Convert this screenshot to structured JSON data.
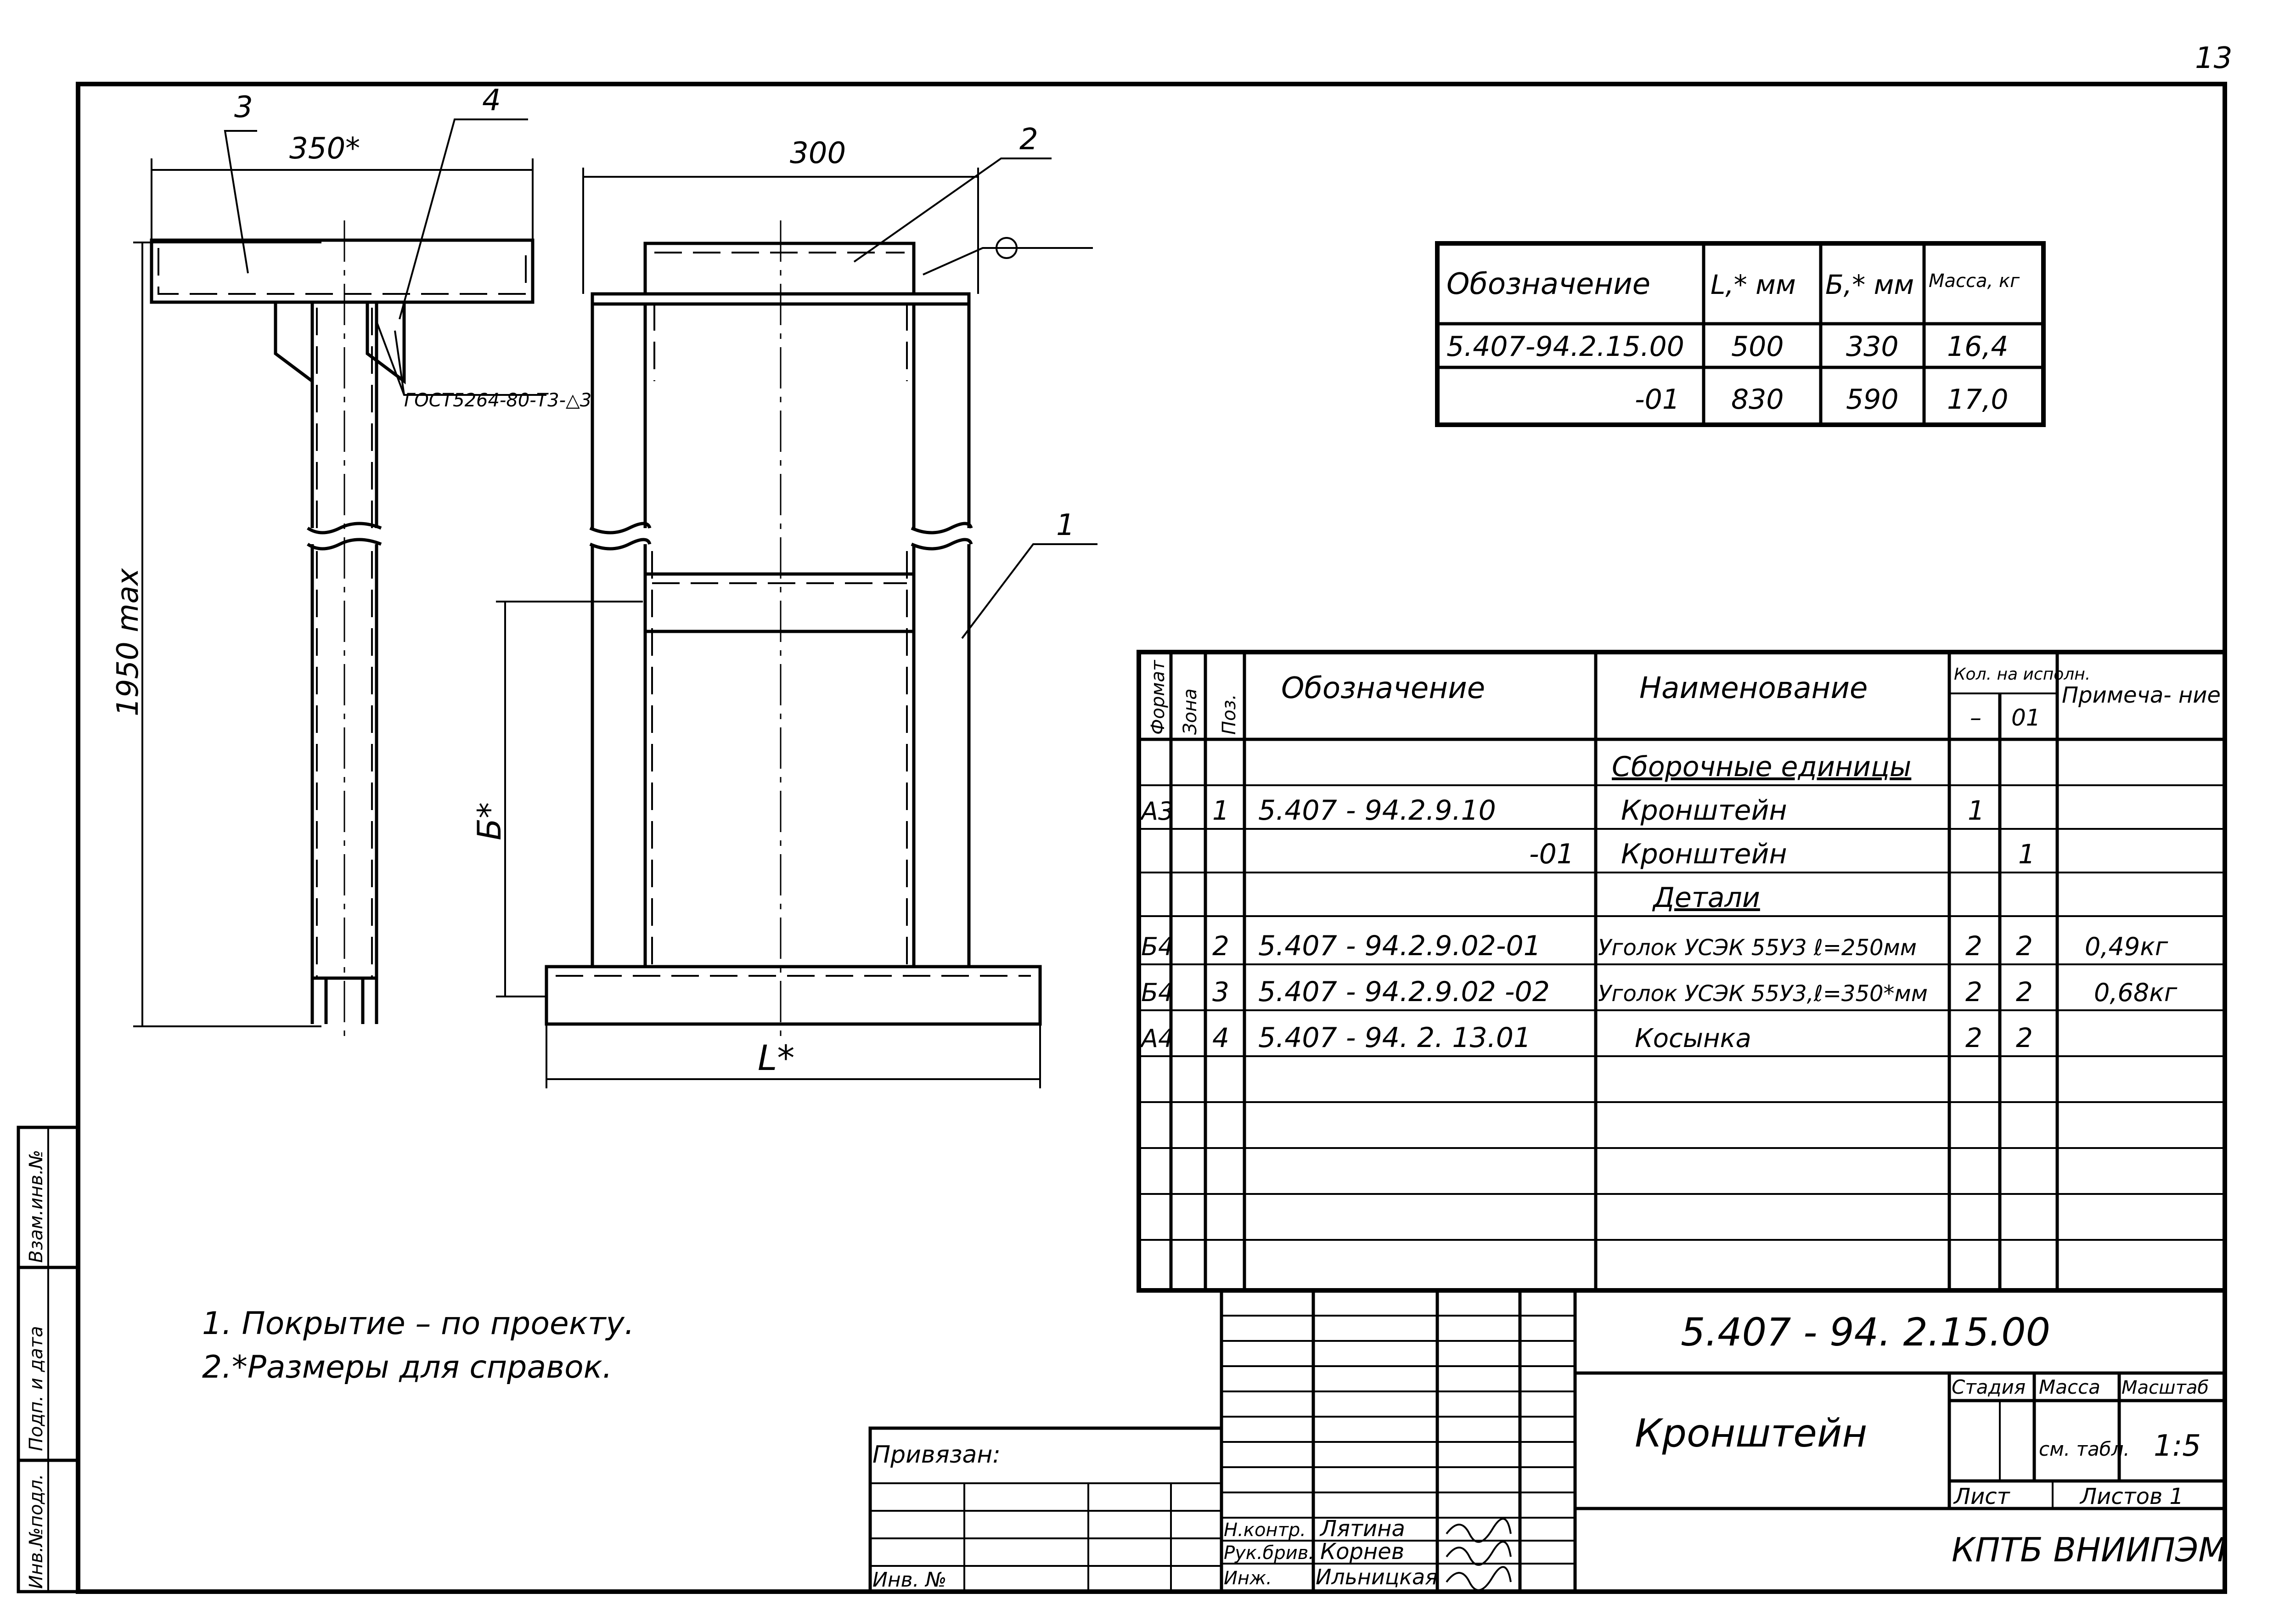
{
  "page_number": "13",
  "drawing": {
    "labels": {
      "pos3": "3",
      "pos4": "4",
      "pos2": "2",
      "pos1": "1",
      "dim_350": "350*",
      "dim_300": "300",
      "dim_1950": "1950 max",
      "dim_b": "Б*",
      "dim_l": "L*",
      "weld": "ГОСТ5264-80-Т3-△3"
    }
  },
  "mass_table": {
    "headers": [
      "Обозначение",
      "L,* мм",
      "Б,* мм",
      "Масса, кг"
    ],
    "rows": [
      [
        "5.407-94.2.15.00",
        "500",
        "330",
        "16,4"
      ],
      [
        "-01",
        "830",
        "590",
        "17,0"
      ]
    ]
  },
  "spec_table": {
    "headers": {
      "format": "Формат",
      "zone": "Зона",
      "pos": "Поз.",
      "designation": "Обозначение",
      "name": "Наименование",
      "qty": "Кол. на исполн.",
      "qty_dash": "–",
      "qty_01": "01",
      "note": "Примеча- ние"
    },
    "rows": [
      {
        "format": "",
        "zone": "",
        "pos": "",
        "designation": "",
        "name": "Сборочные единицы",
        "q1": "",
        "q2": "",
        "note": ""
      },
      {
        "format": "А3",
        "zone": "",
        "pos": "1",
        "designation": "5.407 - 94.2.9.10",
        "name": "Кронштейн",
        "q1": "1",
        "q2": "",
        "note": ""
      },
      {
        "format": "",
        "zone": "",
        "pos": "",
        "designation": "-01",
        "name": "Кронштейн",
        "q1": "",
        "q2": "1",
        "note": ""
      },
      {
        "format": "",
        "zone": "",
        "pos": "",
        "designation": "",
        "name": "Детали",
        "q1": "",
        "q2": "",
        "note": ""
      },
      {
        "format": "Б4",
        "zone": "",
        "pos": "2",
        "designation": "5.407 - 94.2.9.02-01",
        "name": "Уголок УСЭК 55У3 ℓ=250мм",
        "q1": "2",
        "q2": "2",
        "note": "0,49кг"
      },
      {
        "format": "Б4",
        "zone": "",
        "pos": "3",
        "designation": "5.407 - 94.2.9.02 -02",
        "name": "Уголок УСЭК 55У3,ℓ=350*мм",
        "q1": "2",
        "q2": "2",
        "note": "0,68кг"
      },
      {
        "format": "А4",
        "zone": "",
        "pos": "4",
        "designation": "5.407 - 94. 2. 13.01",
        "name": "Косынка",
        "q1": "2",
        "q2": "2",
        "note": ""
      }
    ]
  },
  "notes": [
    "1. Покрытие – по проекту.",
    "2.*Размеры для справок."
  ],
  "title_block": {
    "doc_number": "5.407 - 94. 2.15.00",
    "title": "Кронштейн",
    "stage_label": "Стадия",
    "mass_label": "Масса",
    "scale_label": "Масштаб",
    "mass_value": "см. табл.",
    "scale_value": "1:5",
    "sheet_label": "Лист",
    "sheets_label": "Листов 1",
    "org": "КПТБ ВНИИПЭМ",
    "attached": "Привязан:",
    "inv_no": "Инв. №",
    "signers": [
      {
        "role": "Н.контр.",
        "name": "Лятина"
      },
      {
        "role": "Рук.брив.",
        "name": "Корнев"
      },
      {
        "role": "Инж.",
        "name": "Ильницкая"
      }
    ]
  },
  "side_stamp": [
    "Инв.№подл.",
    "Подп. и дата",
    "Взам.инв.№"
  ]
}
